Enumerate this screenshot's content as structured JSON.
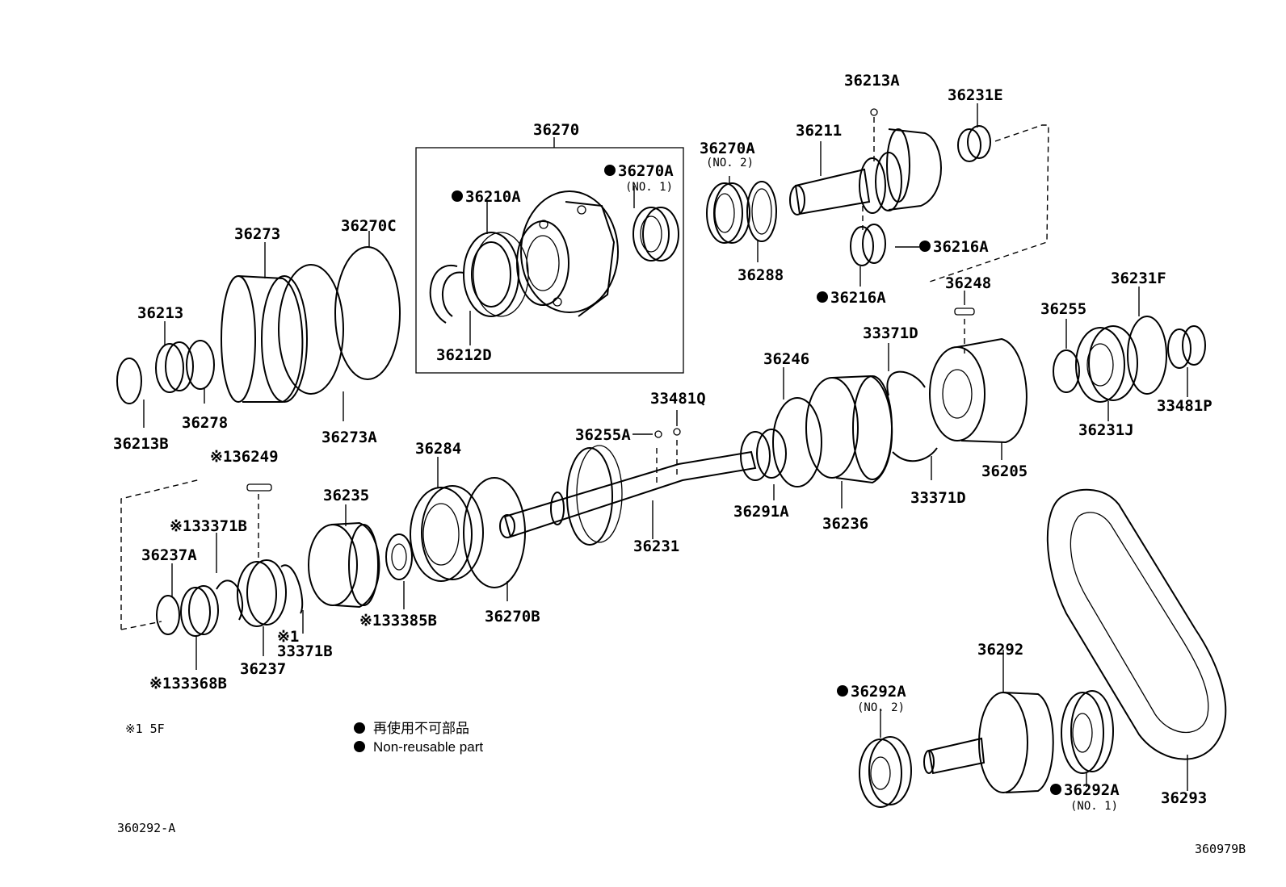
{
  "parts": {
    "p36270": "36270",
    "p36270A_no1": "36270A",
    "p36270A_no1_sub": "(NO. 1)",
    "p36210A": "36210A",
    "p36212D": "36212D",
    "p36270A_no2": "36270A",
    "p36270A_no2_sub": "(NO. 2)",
    "p36288": "36288",
    "p36211": "36211",
    "p36213A": "36213A",
    "p36231E": "36231E",
    "p36216A_a": "36216A",
    "p36216A_b": "36216A",
    "p36273": "36273",
    "p36270C": "36270C",
    "p36213": "36213",
    "p36278": "36278",
    "p36213B": "36213B",
    "p36273A": "36273A",
    "p36248": "36248",
    "p36231F": "36231F",
    "p36255": "36255",
    "p33371D_top": "33371D",
    "p36246": "36246",
    "p33481Q": "33481Q",
    "p36255A": "36255A",
    "p33481P": "33481P",
    "p36231J": "36231J",
    "p36205": "36205",
    "p33371D_bot": "33371D",
    "p36249": "※136249",
    "p36284": "36284",
    "p36235": "36235",
    "p33371B_top": "※133371B",
    "p36237A": "36237A",
    "p36291A": "36291A",
    "p36236": "36236",
    "p36231": "36231",
    "p36270B": "36270B",
    "p33385B": "※133385B",
    "p33371B_bot_mark": "※1",
    "p33371B_bot": "33371B",
    "p36237": "36237",
    "p33368B": "※133368B",
    "p36292": "36292",
    "p36292A_no2": "36292A",
    "p36292A_no2_sub": "(NO. 2)",
    "p36292A_no1": "36292A",
    "p36292A_no1_sub": "(NO. 1)",
    "p36293": "36293"
  },
  "notes": {
    "footnote": "※1 5F",
    "legend_jp": "再使用不可部品",
    "legend_en": "Non-reusable part",
    "code_left": "360292-A",
    "code_right": "360979B"
  }
}
